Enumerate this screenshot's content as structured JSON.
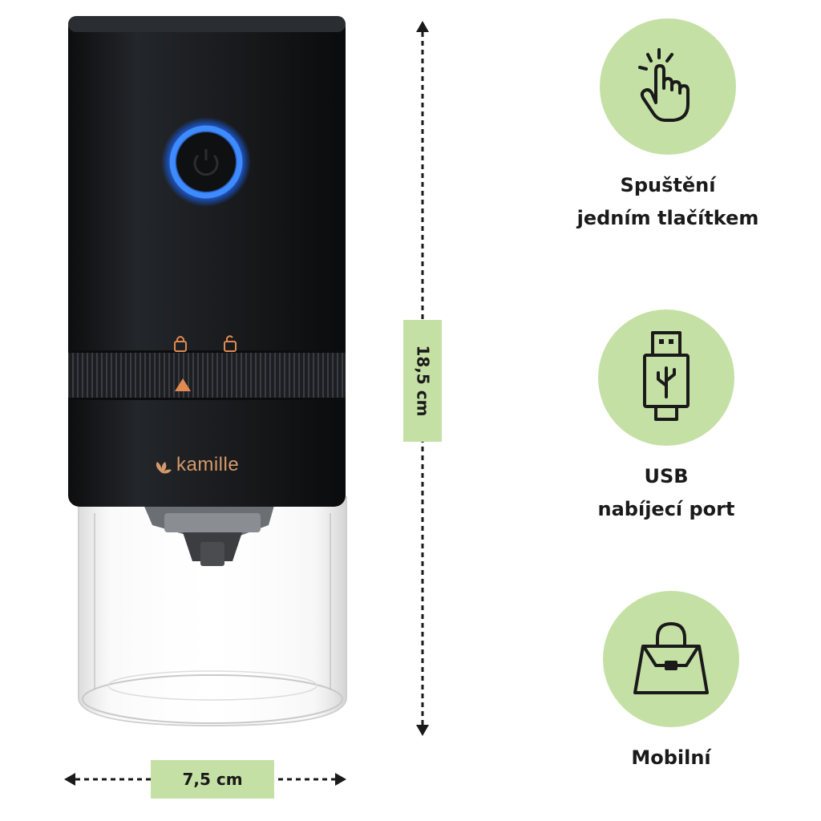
{
  "product": {
    "brand": "kamille"
  },
  "dimensions": {
    "height_label": "18,5 cm",
    "width_label": "7,5 cm"
  },
  "features": [
    {
      "icon": "touch-hand-icon",
      "label_lines": [
        "Spuštění",
        "jedním tlačítkem"
      ]
    },
    {
      "icon": "usb-plug-icon",
      "label_lines": [
        "USB",
        "nabíjecí port"
      ]
    },
    {
      "icon": "handbag-icon",
      "label_lines": [
        "Mobilní"
      ]
    }
  ],
  "colors": {
    "feature_circle": "#c5e0a5",
    "dimension_box": "#c5e0a5",
    "power_ring": "#2f7bff",
    "brand_accent": "#d49a6a",
    "grinder_body": "#17191c"
  }
}
